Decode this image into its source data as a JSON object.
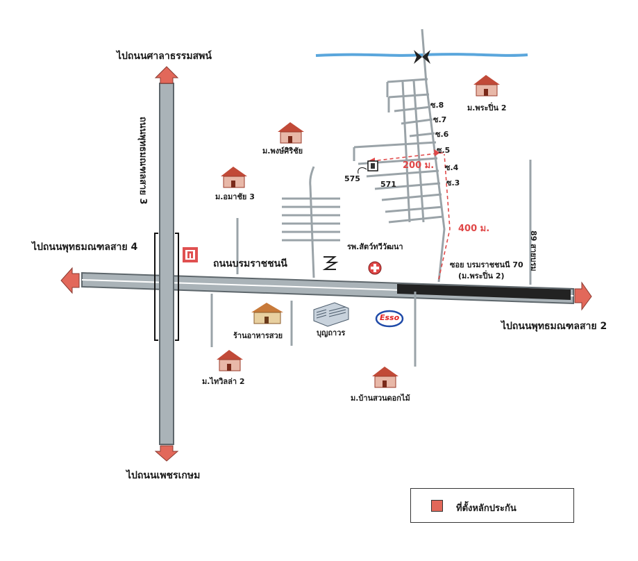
{
  "directions": {
    "north": "ไปถนนศาลาธรรมสพน์",
    "south": "ไปถนนเพชรเกษม",
    "west": "ไปถนนพุทธมณฑลสาย 4",
    "east": "ไปถนนพุทธมณฑลสาย 2"
  },
  "roads": {
    "main_horizontal": "ถนนบรมราชชนนี",
    "vertical": "ถนนพุทธมณฑลสาย 3",
    "soi_70_line1": "ซอย บรมราชชนนี 70",
    "soi_70_line2": "(ม.พระปิ่น 2)",
    "soi_89": "89 สายบรม"
  },
  "landmarks": {
    "phongsiri": "ม.พงษ์ศิริชัย",
    "amarachai": "ม.อมาชัย 3",
    "praphin": "ม.พระปิ่น 2",
    "vet_hospital": "รพ.สัตว์ทวีวัฒนา",
    "restaurant": "ร้านอาหารสวย",
    "bunthaworn": "บุญถาวร",
    "esso": "Esso",
    "thaivilla": "ม.ไทวิลล่า 2",
    "flower_garden": "ม.บ้านสวนดอกไม้"
  },
  "sois": [
    "ซ.8",
    "ซ.7",
    "ซ.6",
    "ซ.5",
    "ซ.4",
    "ซ.3"
  ],
  "distances": {
    "d200": "200 ม.",
    "d400": "400 ม."
  },
  "plots": {
    "p575": "575",
    "p571": "571"
  },
  "legend": {
    "label": "ที่ตั้งหลักประกัน"
  },
  "colors": {
    "road": "#a9b3b8",
    "road_edge": "#5d666b",
    "river": "#5aa6dc",
    "highlight": "#222222",
    "arrow": "#e2685a",
    "route": "#e04848"
  },
  "icons": [
    "house-icon",
    "building-icon",
    "hospital-cross-icon",
    "bridge-icon",
    "esso-logo",
    "store-logo-icon",
    "vet-logo-icon"
  ]
}
